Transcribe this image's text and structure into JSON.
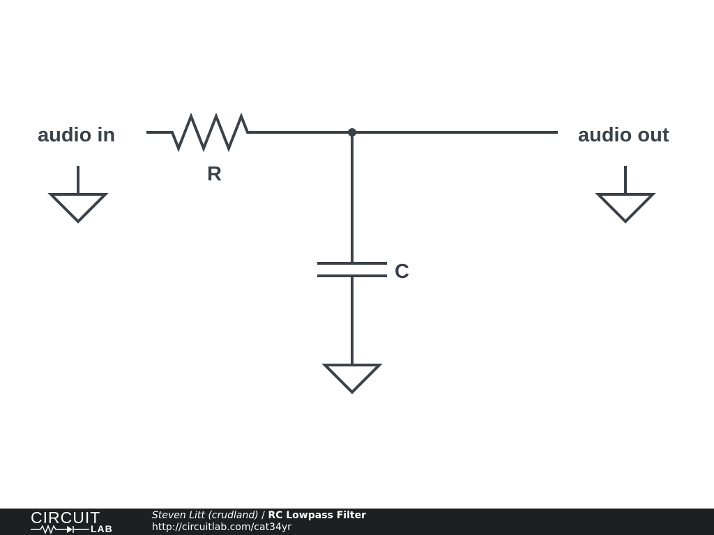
{
  "diagram": {
    "labels": {
      "input": "audio in",
      "output": "audio out",
      "resistor": "R",
      "capacitor": "C"
    },
    "colors": {
      "wire": "#3a4148",
      "footer_bg": "#1e1f20",
      "footer_text": "#ffffff"
    }
  },
  "footer": {
    "logo_top": "CIRCUIT",
    "logo_bottom": "LAB",
    "author": "Steven Litt (crudland)",
    "separator": " / ",
    "title": "RC Lowpass Filter",
    "url": "http://circuitlab.com/cat34yr"
  }
}
